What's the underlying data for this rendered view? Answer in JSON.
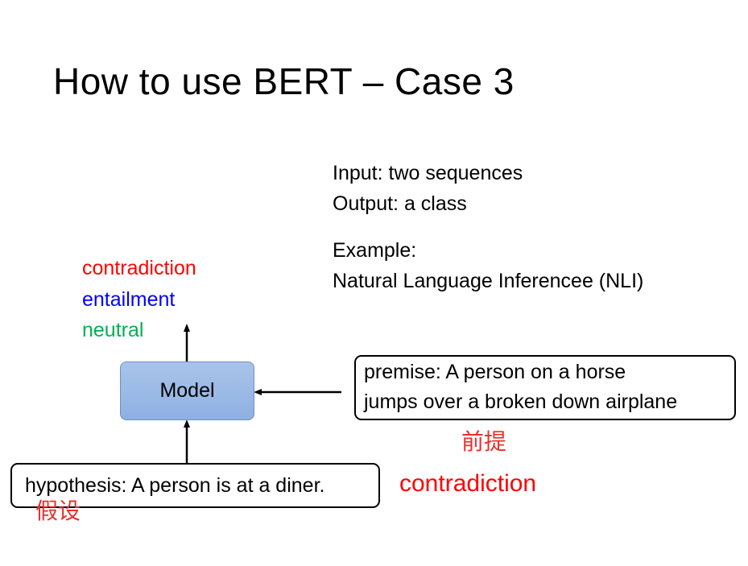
{
  "slide": {
    "title": "How to use BERT – Case 3",
    "info": {
      "input_line": "Input: two sequences",
      "output_line": "Output: a class",
      "example_label": "Example:",
      "example_value": "Natural Language Inferencee (NLI)"
    },
    "classes": [
      {
        "label": "contradiction",
        "color": "#ff0000"
      },
      {
        "label": "entailment",
        "color": "#0000ff"
      },
      {
        "label": "neutral",
        "color": "#00b050"
      }
    ],
    "model_label": "Model",
    "premise": {
      "line1": "premise: A person on a horse",
      "line2": "jumps over a broken down airplane",
      "annotation": "前提"
    },
    "hypothesis": {
      "text": "hypothesis: A person is at a diner.",
      "annotation": "假设"
    },
    "result": {
      "label": "contradiction",
      "color": "#ff0000"
    }
  }
}
